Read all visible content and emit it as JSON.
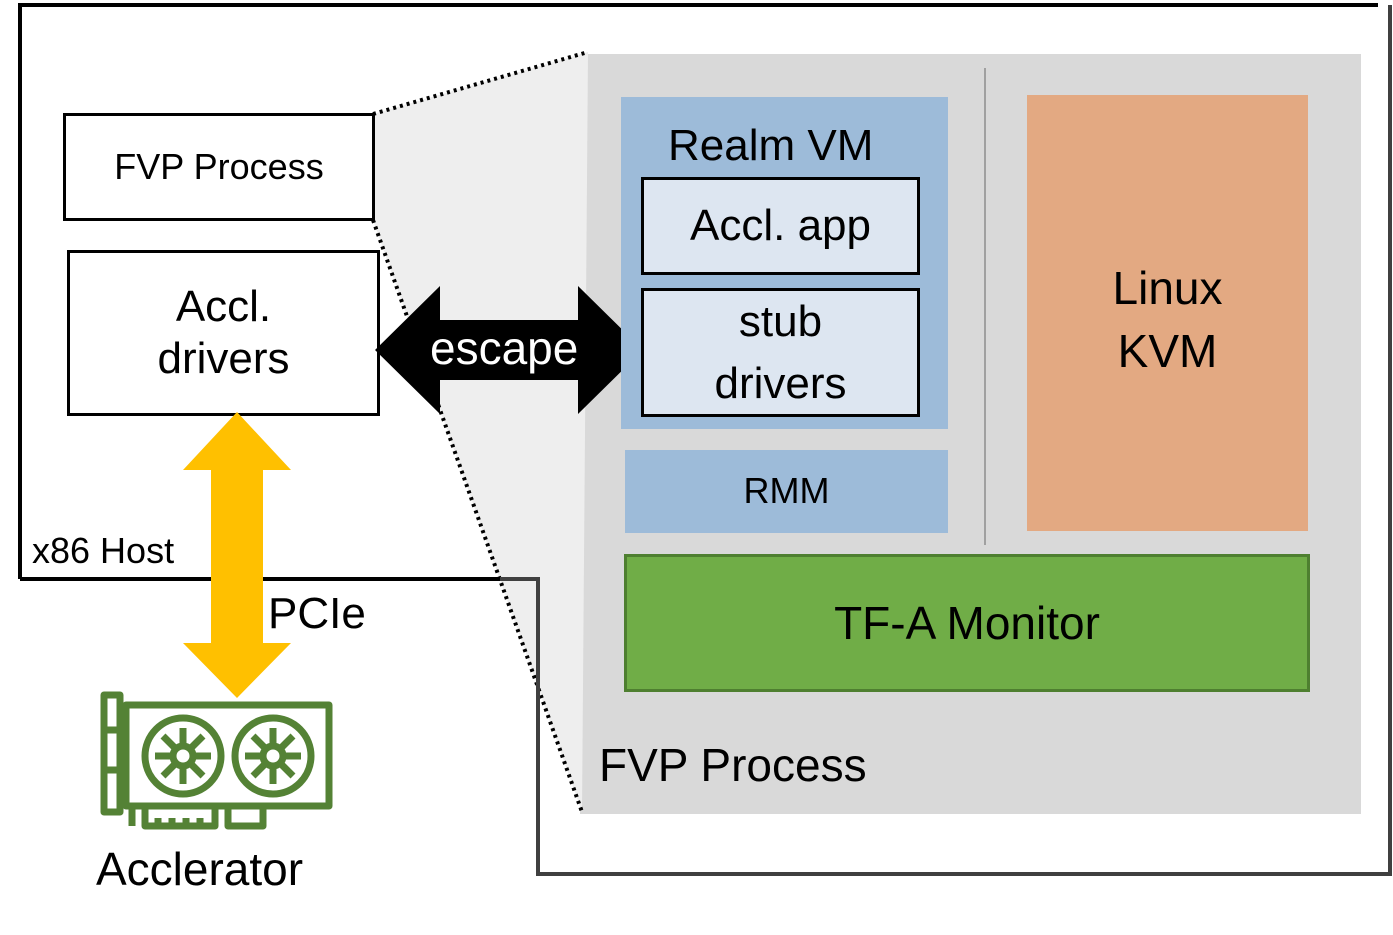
{
  "host": {
    "label": "x86 Host",
    "fvp_process_label": "FVP Process",
    "drivers_label_line1": "Accl.",
    "drivers_label_line2": "drivers"
  },
  "connections": {
    "escape_label": "escape",
    "pcie_label": "PCIe"
  },
  "accelerator": {
    "label": "Acclerator",
    "icon": "gpu-card-icon"
  },
  "fvp": {
    "label": "FVP Process",
    "realm_vm": {
      "title": "Realm VM",
      "app_label": "Accl. app",
      "stub_line1": "stub",
      "stub_line2": "drivers"
    },
    "rmm_label": "RMM",
    "kvm_line1": "Linux",
    "kvm_line2": "KVM",
    "monitor_label": "TF-A Monitor"
  },
  "colors": {
    "fvp_background": "#d9d9d9",
    "zoom_wedge": "#eeeeee",
    "realm_blue": "#9dbbd9",
    "inner_box": "#dde6f1",
    "kvm_orange": "#e3a982",
    "monitor_green": "#70ad47",
    "pcie_yellow": "#ffc000",
    "accelerator_green": "#548235",
    "escape_arrow": "#000000"
  }
}
